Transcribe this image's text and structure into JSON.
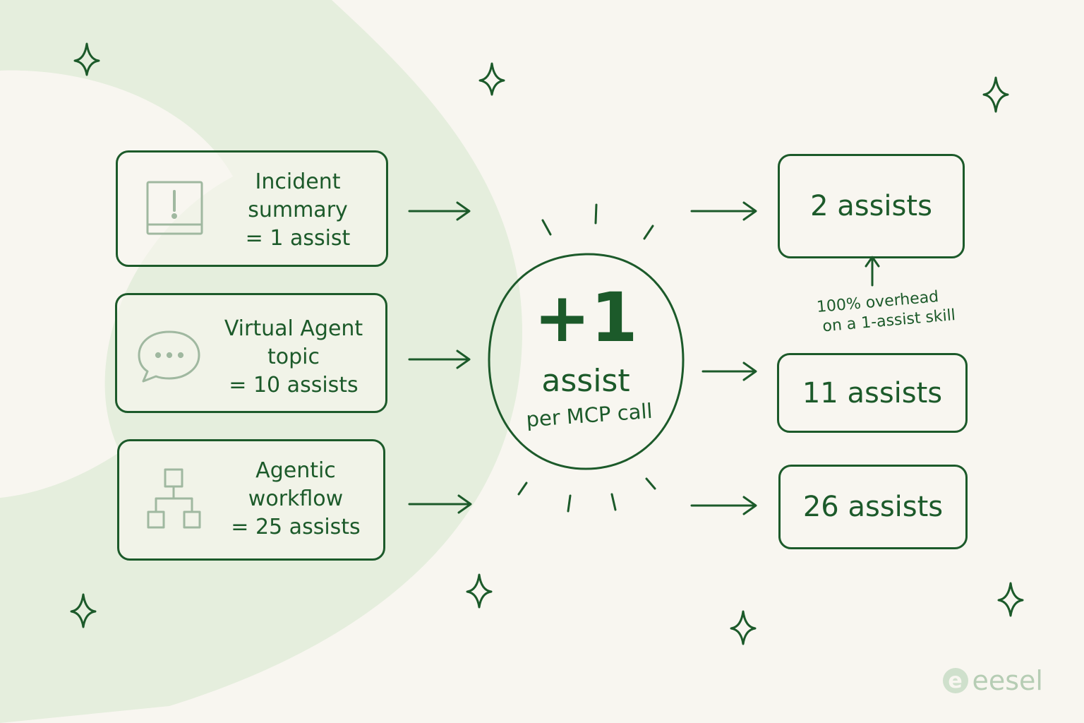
{
  "inputs": [
    {
      "title_line1": "Incident",
      "title_line2": "summary",
      "cost": "= 1 assist",
      "icon": "warning-book-icon"
    },
    {
      "title_line1": "Virtual Agent",
      "title_line2": "topic",
      "cost": "= 10 assists",
      "icon": "chat-bubble-icon"
    },
    {
      "title_line1": "Agentic",
      "title_line2": "workflow",
      "cost": "= 25 assists",
      "icon": "workflow-hierarchy-icon"
    }
  ],
  "hub": {
    "value": "+1",
    "unit": "assist",
    "caption": "per MCP call"
  },
  "outputs": [
    {
      "label": "2 assists"
    },
    {
      "label": "11 assists"
    },
    {
      "label": "26 assists"
    }
  ],
  "annotation": {
    "line1": "100% overhead",
    "line2": "on a 1-assist skill"
  },
  "brand": {
    "name": "eesel",
    "mark": "e"
  },
  "colors": {
    "ink": "#1c5a2a",
    "background": "#f8f6f0",
    "blob": "#e5eedd",
    "brand": "#b6cdb4"
  }
}
